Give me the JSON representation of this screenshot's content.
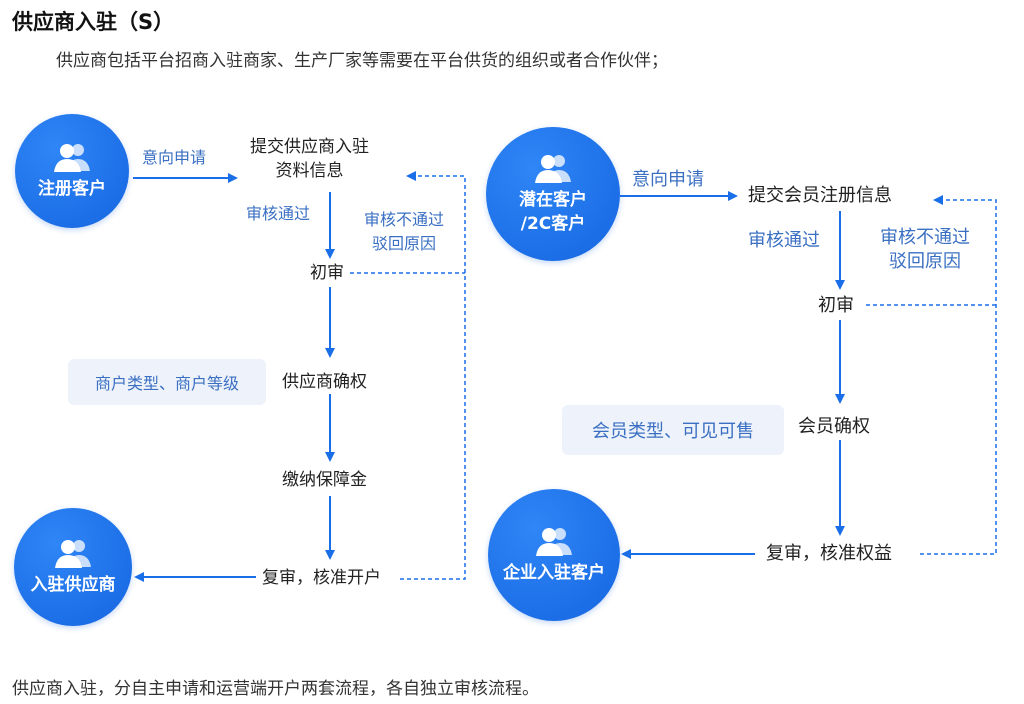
{
  "title": "供应商入驻（S）",
  "intro": "供应商包括平台招商入驻商家、生产厂家等需要在平台供货的组织或者合作伙伴；",
  "footer": "供应商入驻，分自主申请和运营端开户两套流程，各自独立审核流程。",
  "colors": {
    "primary": "#1a6fe8",
    "tag_bg": "#eef3fb",
    "label_text": "#3a6fc2"
  },
  "left_flow": {
    "start": "注册客户",
    "apply_label": "意向申请",
    "submit_line1": "提交供应商入驻",
    "submit_line2": "资料信息",
    "pass_label": "审核通过",
    "reject_line1": "审核不通过",
    "reject_line2": "驳回原因",
    "initial_review": "初审",
    "tag": "商户类型、商户等级",
    "confirm": "供应商确权",
    "deposit": "缴纳保障金",
    "final_review": "复审，核准开户",
    "end": "入驻供应商"
  },
  "right_flow": {
    "start_line1": "潜在客户",
    "start_line2": "/2C客户",
    "apply_label": "意向申请",
    "submit": "提交会员注册信息",
    "pass_label": "审核通过",
    "reject_line1": "审核不通过",
    "reject_line2": "驳回原因",
    "initial_review": "初审",
    "tag": "会员类型、可见可售",
    "confirm": "会员确权",
    "final_review": "复审，核准权益",
    "end": "企业入驻客户"
  }
}
